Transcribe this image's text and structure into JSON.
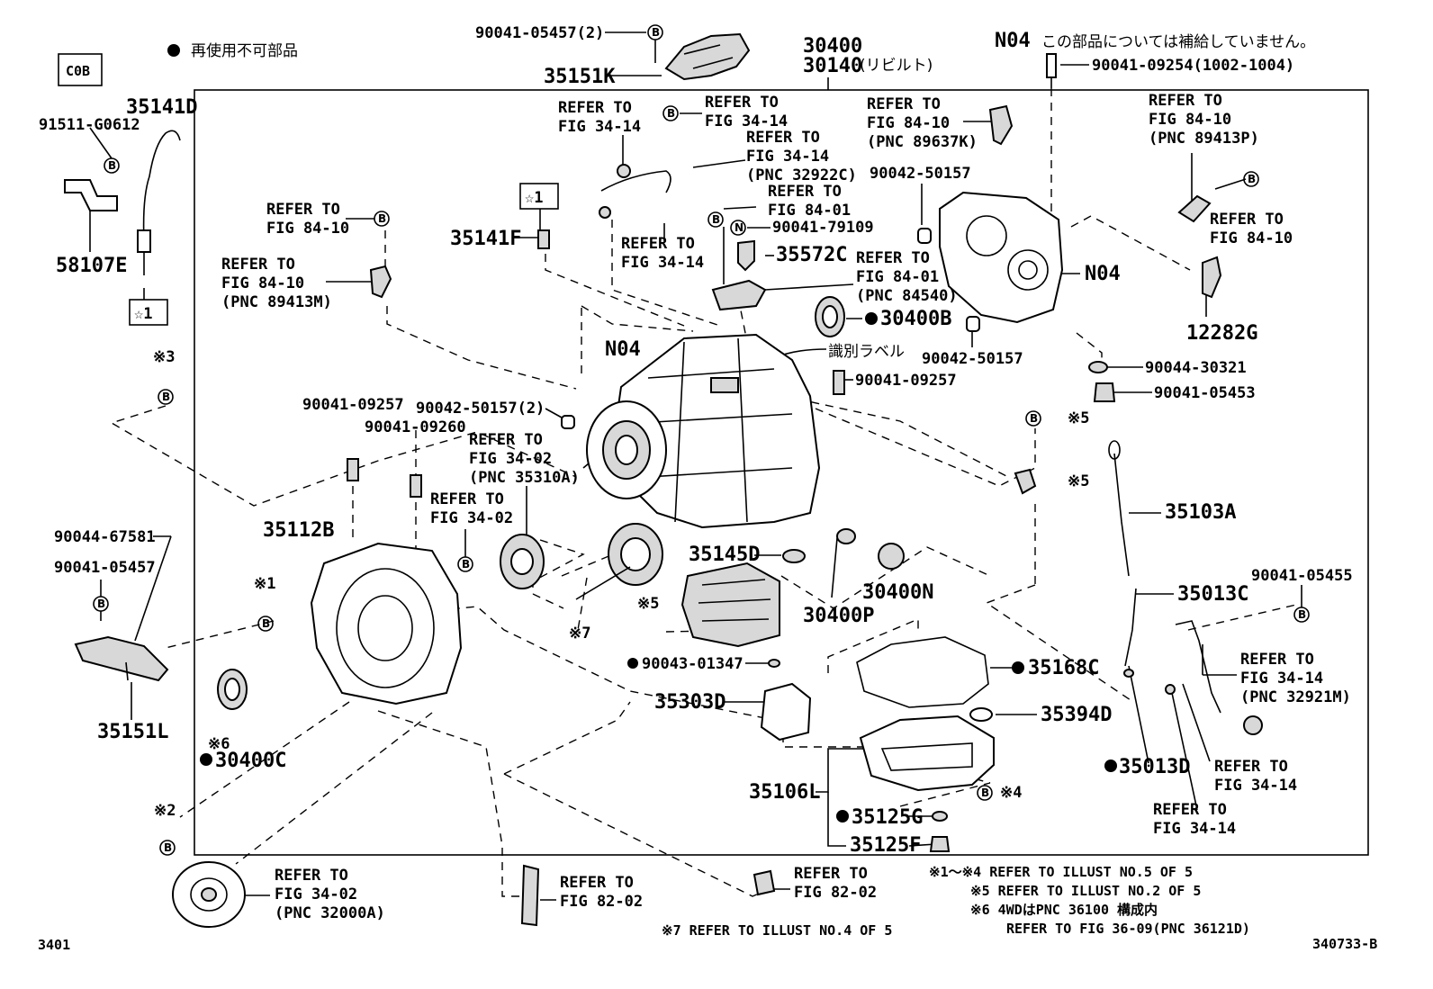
{
  "header": {
    "legend_text": "再使用不可部品",
    "cob_tag": "C0B",
    "assembly_no": "30400",
    "rebuilt_no": "30140",
    "rebuilt_note": "(リビルト)",
    "n04_code": "N04",
    "n04_note": "この部品については補給していません。",
    "top_bolt": "90041-09254(1002-1004)"
  },
  "labels": [
    "90041-05457(2)",
    "35151K",
    "35141D",
    "91511-G0612",
    "58107E",
    "REFER TO",
    "FIG 34-14",
    "REFER TO",
    "FIG 34-14",
    "REFER TO",
    "FIG 34-14",
    "(PNC 32922C)",
    "REFER TO",
    "FIG 84-10",
    "(PNC 89637K)",
    "REFER TO",
    "FIG 84-10",
    "(PNC 89413P)",
    "REFER TO",
    "FIG 84-10",
    "REFER TO",
    "FIG 84-10",
    "(PNC 89413M)",
    "35141F",
    "REFER TO",
    "FIG 84-01",
    "90041-79109",
    "REFER TO",
    "FIG 34-14",
    "35572C",
    "90042-50157",
    "REFER TO",
    "FIG 84-01",
    "(PNC 84540)",
    "N04",
    "REFER TO",
    "FIG 84-10",
    "12282G",
    "30400B",
    "N04",
    "識別ラベル",
    "90042-50157",
    "90044-30321",
    "90041-05453",
    "90041-09257",
    "90041-09257",
    "90042-50157(2)",
    "90041-09260",
    "REFER TO",
    "FIG 34-02",
    "(PNC 35310A)",
    "REFER TO",
    "FIG 34-02",
    "35103A",
    "35112B",
    "35145D",
    "30400N",
    "30400P",
    "35013C",
    "90041-05455",
    "90044-67581",
    "90041-05457",
    "REFER TO",
    "FIG 34-14",
    "(PNC 32921M)",
    "90043-01347",
    "35168C",
    "35303D",
    "35394D",
    "35151L",
    "30400C",
    "35013D",
    "REFER TO",
    "FIG 34-14",
    "35106L",
    "REFER TO",
    "FIG 34-14",
    "35125G",
    "35125F",
    "REFER TO",
    "FIG 34-02",
    "(PNC 32000A)",
    "REFER TO",
    "FIG 82-02",
    "REFER TO",
    "FIG 82-02"
  ],
  "notes": {
    "n1": "※1～※4 REFER TO ILLUST NO.5 OF 5",
    "n2": "※5 REFER TO ILLUST NO.2 OF 5",
    "n3": "※6 4WDはPNC 36100 構成内",
    "n4": "REFER TO FIG 36-09(PNC 36121D)",
    "n5": "※7 REFER TO ILLUST NO.4 OF 5"
  },
  "footer": {
    "page_no": "3401",
    "drawing_no": "340733-B"
  },
  "symbols": {
    "b": "B",
    "n": "N",
    "star1": "☆1",
    "r1": "※1",
    "r2": "※2",
    "r3": "※3",
    "r4": "※4",
    "r5": "※5",
    "r6": "※6",
    "r7": "※7"
  }
}
